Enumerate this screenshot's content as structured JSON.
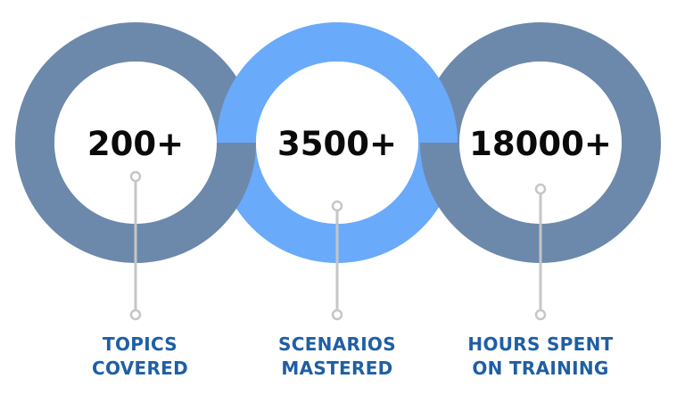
{
  "stats": [
    {
      "value": "200+",
      "label_line1": "TOPICS",
      "label_line2": "COVERED"
    },
    {
      "value": "3500+",
      "label_line1": "SCENARIOS",
      "label_line2": "MASTERED"
    },
    {
      "value": "18000+",
      "label_line1": "HOURS SPENT",
      "label_line2": "ON TRAINING"
    }
  ],
  "colors": {
    "ring_dark": "#6c89ab",
    "ring_light": "#6aaafa",
    "connector": "#c6c6c6",
    "label_text": "#1f5fa3",
    "value_text": "#0a0a0a"
  }
}
